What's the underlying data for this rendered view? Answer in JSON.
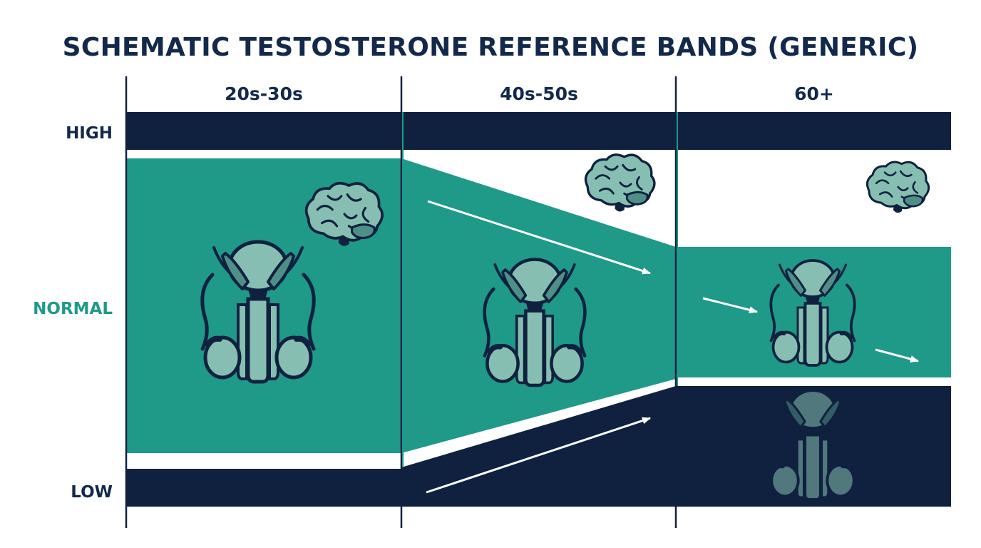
{
  "title": "SCHEMATIC TESTOSTERONE REFERENCE BANDS (GENERIC)",
  "columns": [
    "20s-30s",
    "40s-50s",
    "60+"
  ],
  "rows": {
    "high": "HIGH",
    "normal": "NORMAL",
    "low": "LOW"
  },
  "colors": {
    "navy": "#13294b",
    "dark_band": "#10213f",
    "teal": "#1f9988",
    "normal_label": "#1f9988",
    "icon_fill": "#86bfb1",
    "icon_stroke": "#10213f"
  },
  "icons": [
    "brain-icon",
    "male-reproductive-anatomy-icon",
    "trend-arrow-icon"
  ]
}
